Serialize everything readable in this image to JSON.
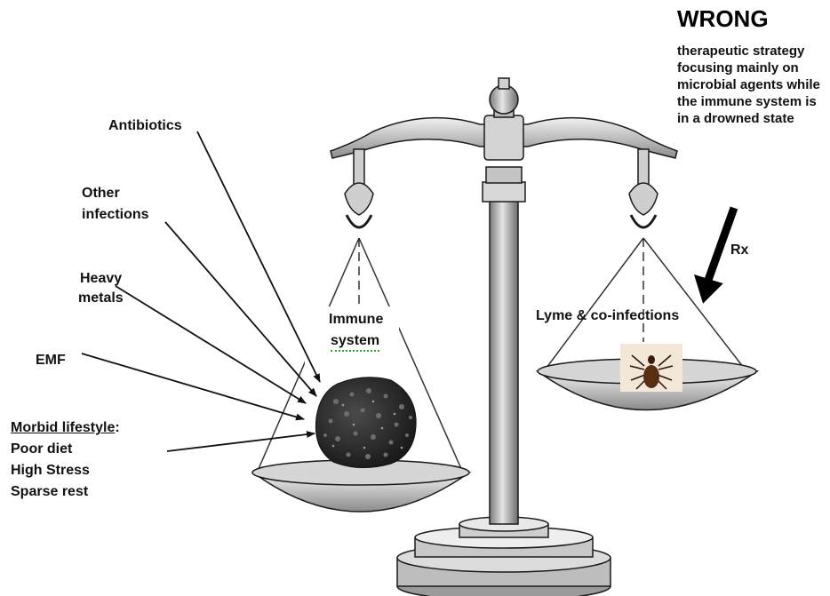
{
  "heading": {
    "title": "WRONG",
    "description": "therapeutic strategy focusing mainly on microbial agents while the immune system is in a drowned state"
  },
  "labels": {
    "antibiotics": "Antibiotics",
    "other_infections_1": "Other",
    "other_infections_2": "infections",
    "heavy_metals_1": "Heavy",
    "heavy_metals_2": "metals",
    "emf": "EMF",
    "morbid_lifestyle": "Morbid lifestyle",
    "colon": ":",
    "poor_diet": "Poor diet",
    "high_stress": "High Stress",
    "sparse_rest": "Sparse rest",
    "immune_1": "Immune",
    "immune_2": "system",
    "lyme": "Lyme & co-infections",
    "rx": "Rx"
  },
  "icons": {
    "scale": "balance-scale-icon",
    "immune_mass": "dark-mass-icon",
    "tick": "tick-icon",
    "arrow": "arrow-icon"
  },
  "colors": {
    "metal_light": "#e8e8e8",
    "metal_mid": "#b8b8b8",
    "metal_dark": "#6a6a6a",
    "outline": "#1a1a1a",
    "mass": "#2a2a2a",
    "tick_body": "#5a2e12"
  }
}
